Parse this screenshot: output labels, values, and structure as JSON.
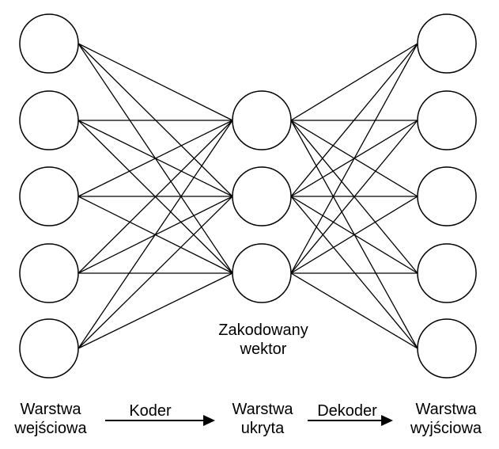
{
  "diagram": {
    "title": "",
    "layers": {
      "input": {
        "label_line1": "Warstwa",
        "label_line2": "wejściowa",
        "neurons": 5
      },
      "hidden": {
        "label_line1": "Warstwa",
        "label_line2": "ukryta",
        "neurons": 3
      },
      "output": {
        "label_line1": "Warstwa",
        "label_line2": "wyjściowa",
        "neurons": 5
      }
    },
    "latent_label": {
      "line1": "Zakodowany",
      "line2": "wektor"
    },
    "arrows": {
      "encoder": "Koder",
      "decoder": "Dekoder"
    },
    "connectivity": "fully-connected",
    "colors": {
      "stroke": "#000000",
      "fill": "#ffffff"
    }
  }
}
